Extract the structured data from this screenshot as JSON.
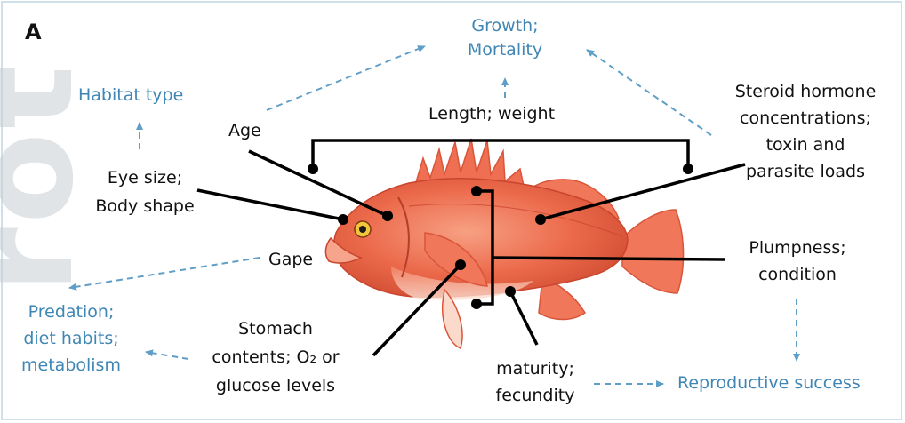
{
  "panel_letter": "A",
  "watermark": "rot",
  "labels": {
    "growth": "Growth;",
    "mortality": "Mortality",
    "habitat": "Habitat type",
    "age": "Age",
    "length_weight": "Length; weight",
    "steroid_1": "Steroid hormone",
    "steroid_2": "concentrations;",
    "steroid_3": "toxin and",
    "steroid_4": "parasite loads",
    "eye_1": "Eye size;",
    "eye_2": "Body shape",
    "gape": "Gape",
    "plump_1": "Plumpness;",
    "plump_2": "condition",
    "predation_1": "Predation;",
    "predation_2": "diet habits;",
    "predation_3": "metabolism",
    "stomach_1": "Stomach",
    "stomach_2": "contents; O₂ or",
    "stomach_3": "glucose levels",
    "maturity_1": "maturity;",
    "maturity_2": "fecundity",
    "reproductive": "Reproductive success"
  },
  "colors": {
    "fish_body": "#ec6a4c",
    "fish_light": "#f6a48b",
    "fish_dark": "#c9452e",
    "fin": "#f0775a",
    "connector": "#000000",
    "arrow_blue": "#5f9ec7",
    "text_blue": "#3f86b4"
  }
}
